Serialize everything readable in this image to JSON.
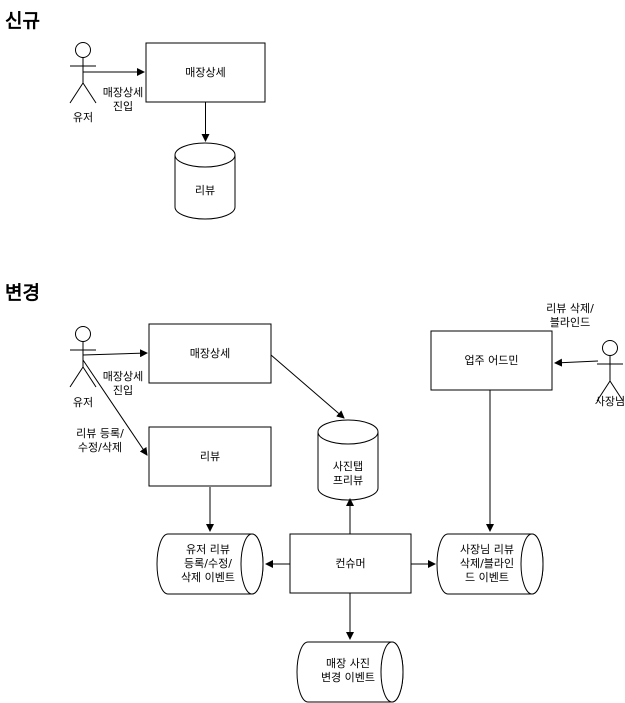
{
  "sections": {
    "new_title": "신규",
    "changed_title": "변경"
  },
  "new_flow": {
    "actor_label": "유저",
    "store_detail": "매장상세",
    "enter_line1": "매장상세",
    "enter_line2": "진입",
    "review_db": "리뷰"
  },
  "changed_flow": {
    "user_actor_label": "유저",
    "owner_actor_label": "사장님",
    "store_detail": "매장상세",
    "enter_line1": "매장상세",
    "enter_line2": "진입",
    "review_action_line1": "리뷰 등록/",
    "review_action_line2": "수정/삭제",
    "review_box": "리뷰",
    "owner_action_line1": "리뷰 삭제/",
    "owner_action_line2": "블라인드",
    "admin_box": "업주 어드민",
    "photo_db_line1": "사진탭",
    "photo_db_line2": "프리뷰",
    "consumer_box": "컨슈머",
    "user_event_line1": "유저 리뷰",
    "user_event_line2": "등록/수정/",
    "user_event_line3": "삭제 이벤트",
    "owner_event_line1": "사장님 리뷰",
    "owner_event_line2": "삭제/블라인",
    "owner_event_line3": "드 이벤트",
    "photo_event_line1": "매장 사진",
    "photo_event_line2": "변경 이벤트"
  }
}
